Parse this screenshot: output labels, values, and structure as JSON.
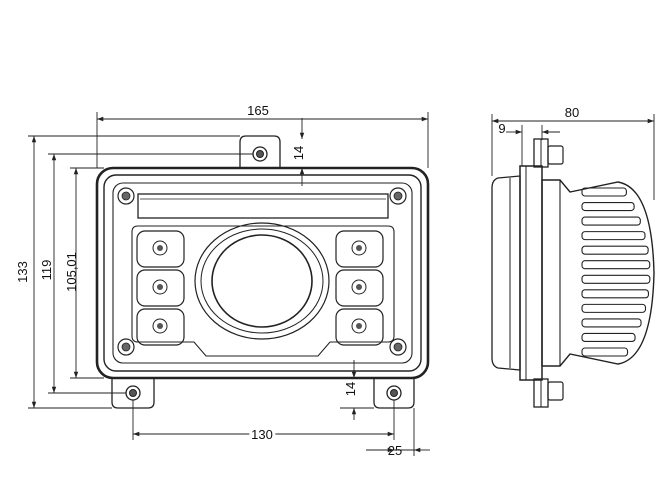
{
  "front_view": {
    "dimensions": {
      "overall_width": "165",
      "overall_height": "133",
      "mount_height": "119",
      "lens_height": "105,01",
      "top_offset": "14",
      "bottom_offset": "14",
      "mount_spacing": "130",
      "mount_edge": "25"
    }
  },
  "side_view": {
    "dimensions": {
      "overall_depth": "80",
      "flange_depth": "9"
    }
  },
  "colors": {
    "line": "#222222",
    "background": "#ffffff"
  }
}
